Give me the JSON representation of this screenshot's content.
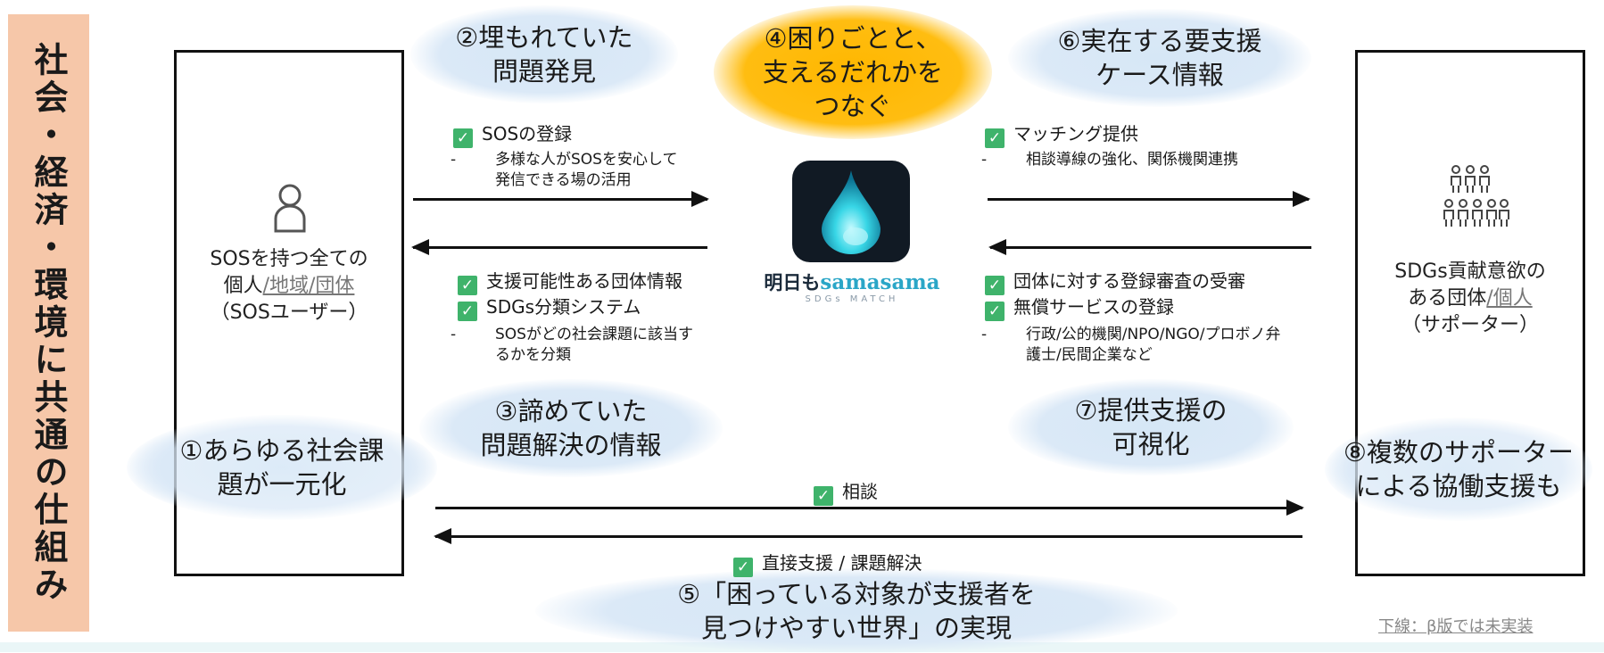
{
  "side_title": "社会・経済・環境に共通の仕組み",
  "blobs": {
    "b1": "①あらゆる社会課\n題が一元化",
    "b2": "②埋もれていた\n問題発見",
    "b3": "③諦めていた\n問題解決の情報",
    "b4": "④困りごとと、\n支えるだれかを\nつなぐ",
    "b5": "⑤「困っている対象が支援者を\n見つけやすい世界」の実現",
    "b6": "⑥実在する要支援\nケース情報",
    "b7": "⑦提供支援の\n可視化",
    "b8": "⑧複数のサポーター\nによる協働支援も"
  },
  "left_node": {
    "line1": "SOSを持つ全ての",
    "line2_prefix": "個人",
    "line2_underlined": "/地域/団体",
    "line3": "（SOSユーザー）"
  },
  "right_node": {
    "line1": "SDGs貢献意欲の",
    "line2_prefix": "ある団体",
    "line2_underlined": "/個人",
    "line3": "（サポーター）"
  },
  "labels": {
    "sos_register": "SOSの登録",
    "sos_register_sub": "多様な人がSOSを安心して\n発信できる場の活用",
    "support_info": "支援可能性ある団体情報",
    "sdgs_system": "SDGs分類システム",
    "sdgs_system_sub": "SOSがどの社会課題に該当す\nるかを分類",
    "matching": "マッチング提供",
    "matching_sub": "相談導線の強化、関係機関連携",
    "registration_review": "団体に対する登録審査の受審",
    "free_service": "無償サービスの登録",
    "free_service_sub": "行政/公的機関/NPO/NGO/プロボノ弁\n護士/民間企業など",
    "consult": "相談",
    "direct_support": "直接支援 / 課題解決",
    "dash": "-"
  },
  "brand": {
    "prefix": "明日も",
    "name": "samasama",
    "tagline": "SDGs MATCH"
  },
  "footnote": "下線：β版では未実装",
  "icons": {
    "person": "person-icon",
    "group": "group-icon",
    "check": "checkbox-icon",
    "app": "droplet-icon"
  },
  "colors": {
    "side_bg": "#f6c7a9",
    "blob_blue": "#d6e7f6",
    "blob_gold": "#ffb700",
    "check_green": "#3fb36b",
    "brand_blue": "#2aa6c7"
  }
}
